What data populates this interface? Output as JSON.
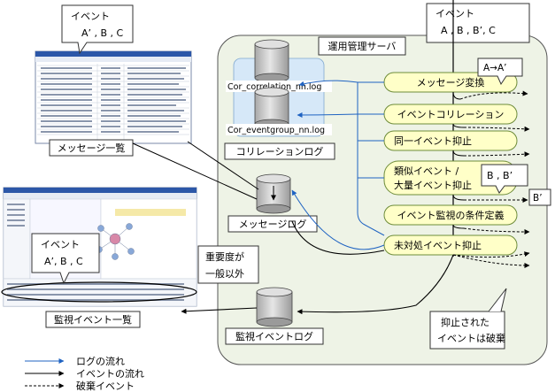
{
  "server": {
    "title": "運用管理サーバ"
  },
  "callouts": {
    "top_left": {
      "line1": "イベント",
      "line2": "A’ , B , C"
    },
    "top_right": {
      "line1": "イベント",
      "line2": "A , B , B’, C"
    },
    "a_to_a": "A→A’",
    "b_b": "B , B’",
    "b_prime": "B’",
    "mid_left": {
      "line1": "イベント",
      "line2": "A’, B , C"
    },
    "importance": {
      "line1": "重要度が",
      "line2": "一般以外"
    },
    "discarded": {
      "line1": "抑止された",
      "line2": "イベントは破棄"
    }
  },
  "labels": {
    "message_list": "メッセージ一覧",
    "correlation_log": "コリレーションログ",
    "message_log": "メッセージログ",
    "monitor_event_list": "監視イベント一覧",
    "monitor_event_log": "監視イベントログ",
    "cor_correlation": "Cor_correlation_nn.log",
    "cor_eventgroup": "Cor_eventgroup_nn.log"
  },
  "process_steps": [
    "メッセージ変換",
    "イベントコリレーション",
    "同一イベント抑止",
    "類似イベント /",
    "大量イベント抑止",
    "イベント監視の条件定義",
    "未対処イベント抑止"
  ],
  "legend": {
    "log_flow": "ログの流れ",
    "event_flow": "イベントの流れ",
    "discard_event": "破棄イベント"
  },
  "colors": {
    "log_flow": "#1f63c2",
    "event_flow": "#000000",
    "step_fill": "#ffffc8",
    "step_stroke": "#6e8c3a",
    "server_fill": "#eef3e6",
    "db_fill": "#cfcfcf",
    "db_highlight_fill": "#d6e8f8"
  }
}
